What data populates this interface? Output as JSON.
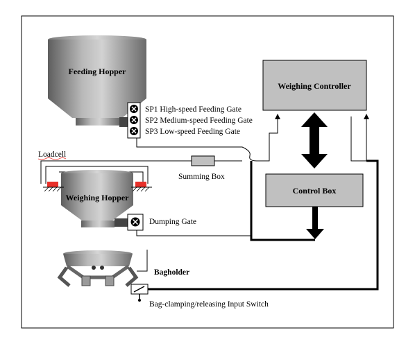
{
  "labels": {
    "feeding_hopper": "Feeding Hopper",
    "weighing_controller": "Weighing Controller",
    "control_box": "Control Box",
    "sp1": "SP1 High-speed Feeding Gate",
    "sp2": "SP2 Medium-speed Feeding Gate",
    "sp3": "SP3 Low-speed Feeding Gate",
    "loadcell": "Loadcell",
    "summing_box": "Summing Box",
    "weighing_hopper": "Weighing Hopper",
    "dumping_gate": "Dumping Gate",
    "bagholder": "Bagholder",
    "input_switch": "Bag-clamping/releasing Input Switch"
  },
  "colors": {
    "box_fill": "#c0c0c0",
    "loadcell_red": "#e8302a",
    "line": "#000000"
  }
}
